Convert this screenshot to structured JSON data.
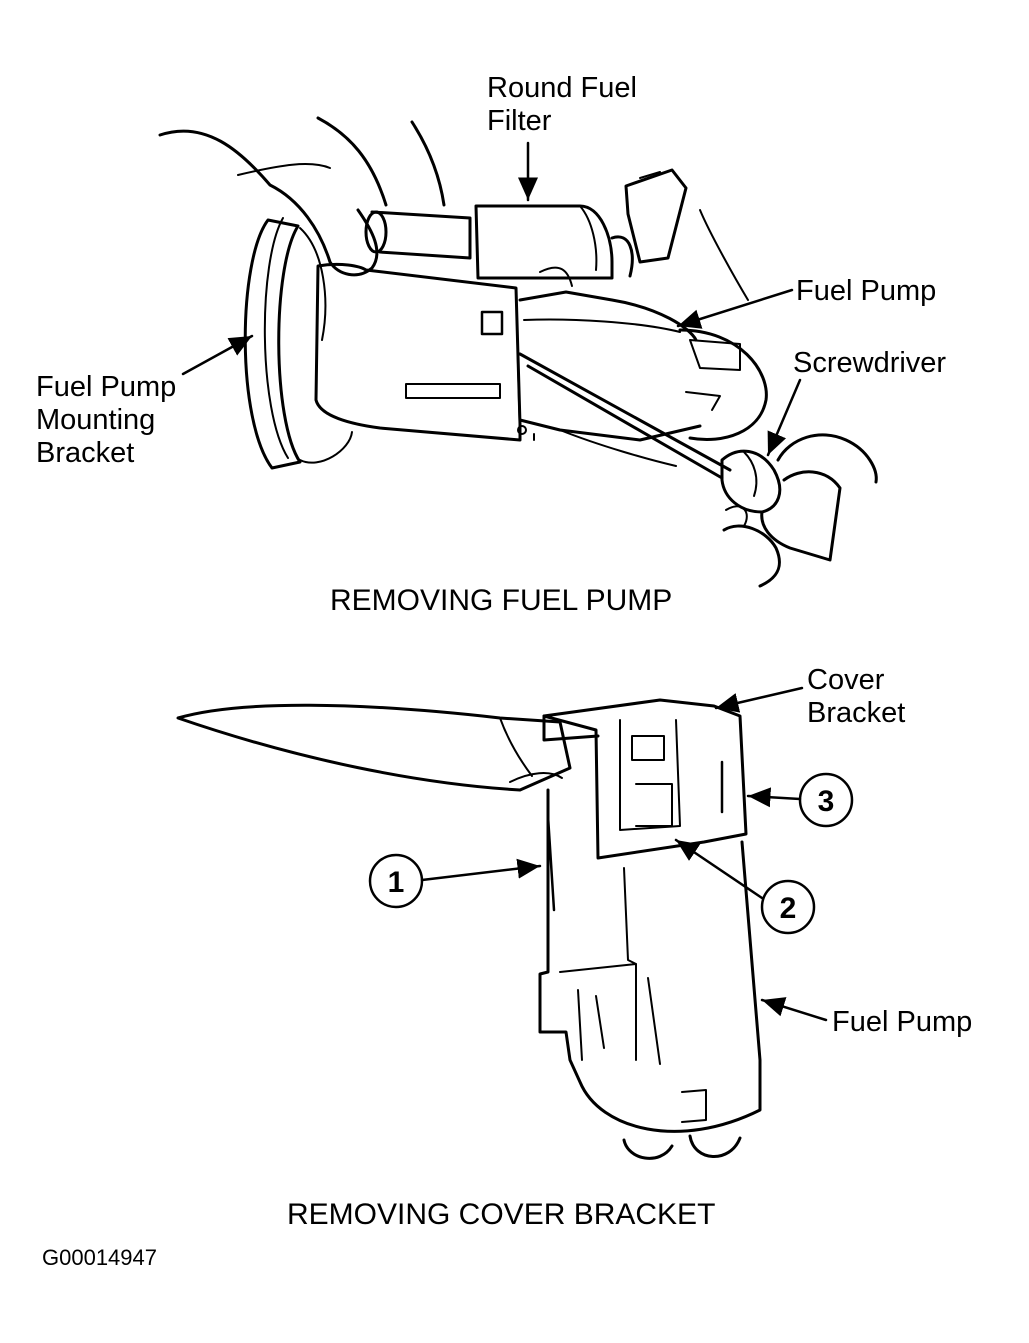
{
  "figure_top": {
    "caption": "REMOVING FUEL PUMP",
    "labels": {
      "round_fuel_filter": "Round Fuel\nFilter",
      "fuel_pump": "Fuel Pump",
      "screwdriver": "Screwdriver",
      "mounting_bracket": "Fuel Pump\nMounting\nBracket"
    }
  },
  "figure_bottom": {
    "caption": "REMOVING COVER BRACKET",
    "labels": {
      "cover_bracket": "Cover\nBracket",
      "fuel_pump": "Fuel Pump"
    },
    "callouts": [
      "1",
      "2",
      "3"
    ]
  },
  "reference_id": "G00014947",
  "colors": {
    "ink": "#000000",
    "paper": "#ffffff"
  }
}
